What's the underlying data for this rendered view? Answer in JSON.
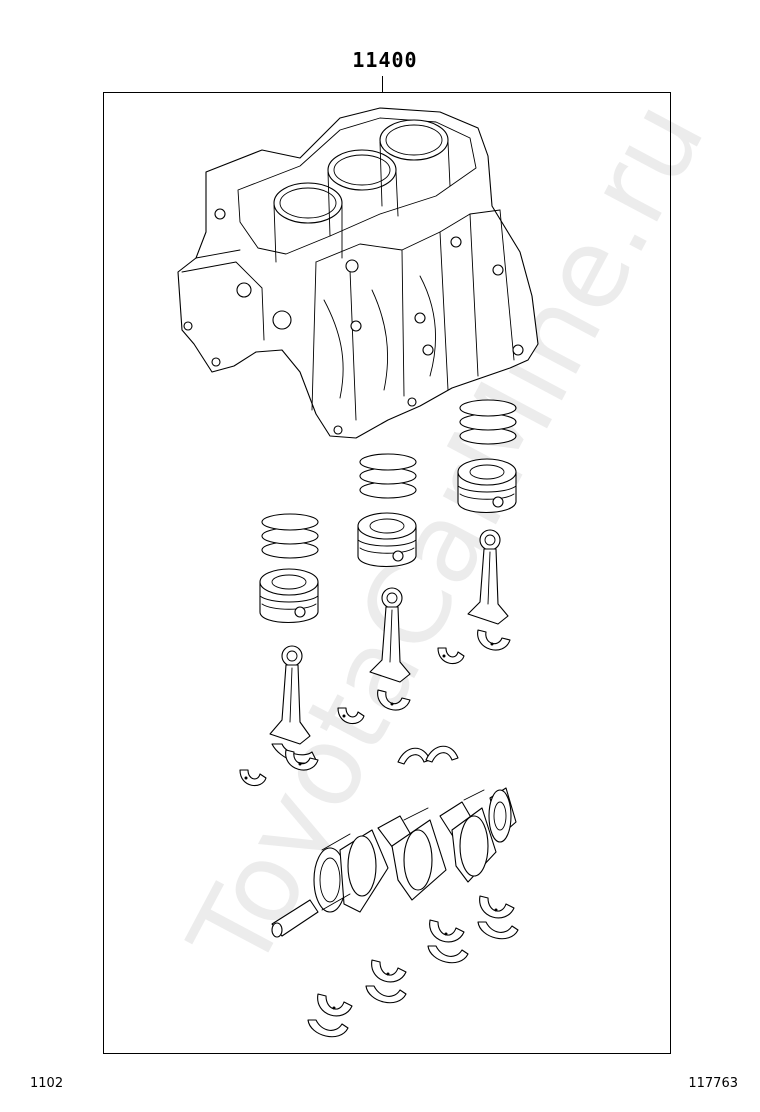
{
  "diagram": {
    "part_number": "11400",
    "page_ref_left": "1102",
    "page_ref_right": "117763",
    "watermark": "ToyotaCarMine.ru",
    "line_color": "#000000",
    "background": "#ffffff"
  }
}
